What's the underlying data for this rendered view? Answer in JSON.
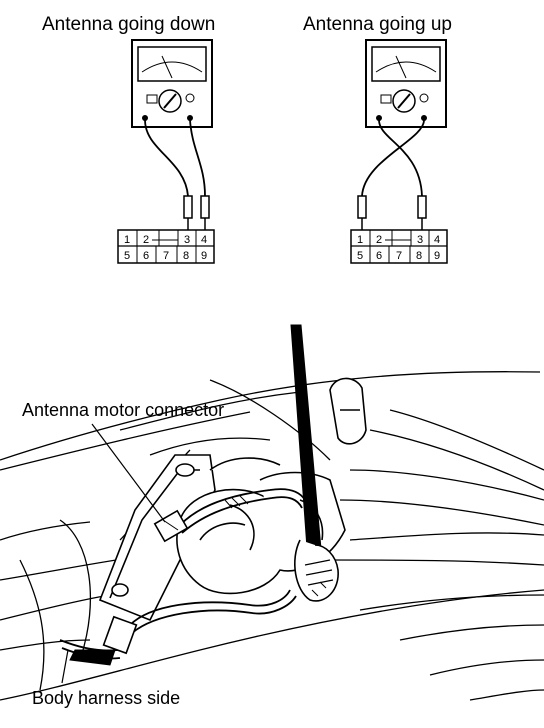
{
  "top_left": {
    "caption": "Antenna going down",
    "connector_top_pins": [
      "1",
      "2",
      "3",
      "4"
    ],
    "connector_bottom_pins": [
      "5",
      "6",
      "7",
      "8",
      "9"
    ]
  },
  "top_right": {
    "caption": "Antenna going up",
    "connector_top_pins": [
      "1",
      "2",
      "3",
      "4"
    ],
    "connector_bottom_pins": [
      "5",
      "6",
      "7",
      "8",
      "9"
    ]
  },
  "bottom": {
    "label_connector": "Antenna motor connector",
    "label_harness": "Body harness side"
  }
}
